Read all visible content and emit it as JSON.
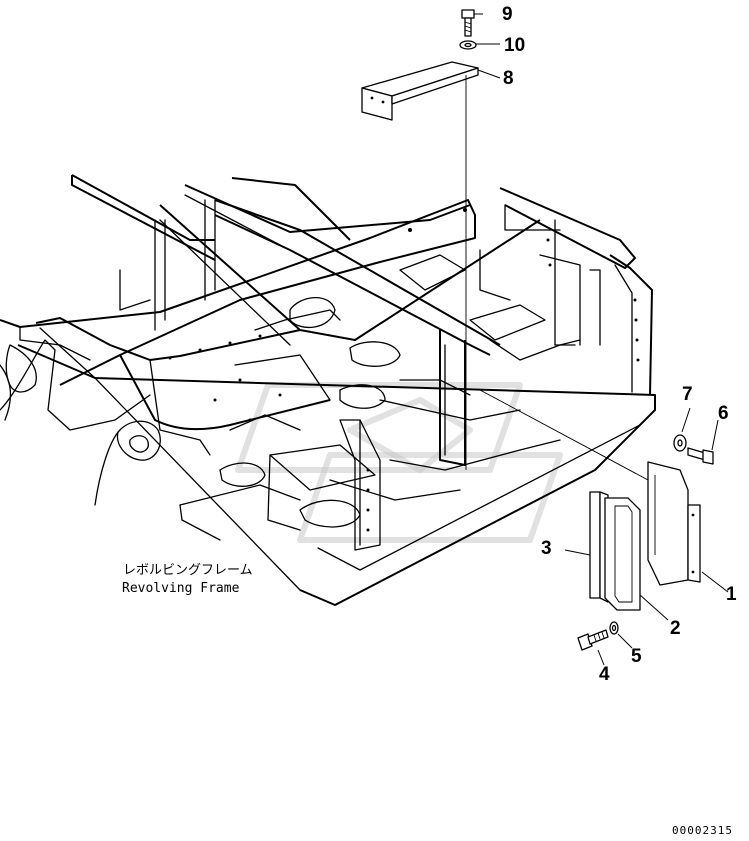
{
  "caption": {
    "japanese": "レボルビングフレーム",
    "english": "Revolving Frame"
  },
  "document_number": "00002315",
  "callouts": [
    {
      "id": "1",
      "part": "plate"
    },
    {
      "id": "2",
      "part": "spacer"
    },
    {
      "id": "3",
      "part": "pad"
    },
    {
      "id": "4",
      "part": "bolt"
    },
    {
      "id": "5",
      "part": "washer"
    },
    {
      "id": "6",
      "part": "bolt"
    },
    {
      "id": "7",
      "part": "washer"
    },
    {
      "id": "8",
      "part": "cover-bracket"
    },
    {
      "id": "9",
      "part": "bolt"
    },
    {
      "id": "10",
      "part": "washer"
    }
  ]
}
